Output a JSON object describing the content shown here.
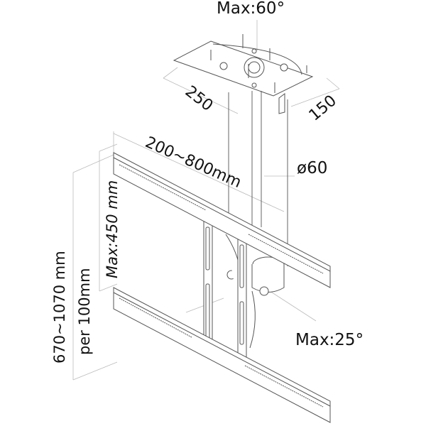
{
  "diagram": {
    "type": "technical-drawing",
    "subject": "ceiling TV mount with adjustable pole and VESA rails",
    "labels": {
      "tilt_top": "Max:60°",
      "plate_width": "250",
      "plate_depth": "150",
      "rail_span": "200~800mm",
      "pole_diameter": "ø60",
      "vertical_max": "Max:450 mm",
      "height_range": "670~1070 mm",
      "height_step": "per 100mm",
      "tilt_bottom": "Max:25°"
    },
    "colors": {
      "line": "#555555",
      "dim_line": "#bbbbbb",
      "text": "#111111",
      "background": "#ffffff"
    }
  }
}
